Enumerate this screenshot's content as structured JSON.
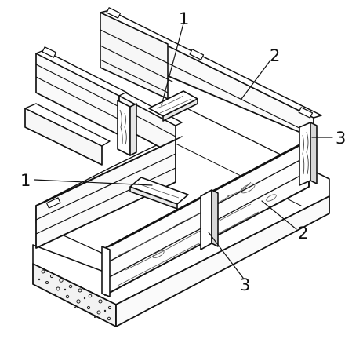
{
  "callouts": {
    "upper_one": "1",
    "lower_one": "1",
    "upper_two": "2",
    "lower_two": "2",
    "right_three": "3",
    "bottom_three": "3"
  },
  "colors": {
    "ink": "#111111",
    "paper": "#ffffff",
    "board_face": "#f6f6f6",
    "board_top": "#ffffff",
    "base_hatch": "#d9d9d9"
  }
}
